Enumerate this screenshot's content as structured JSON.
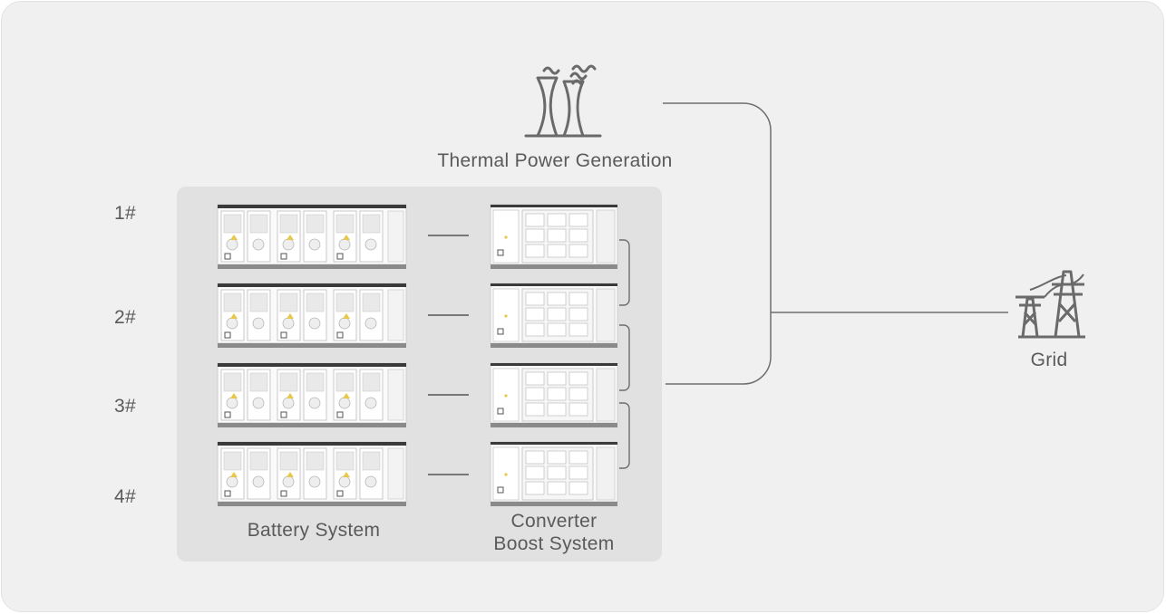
{
  "labels": {
    "thermal": "Thermal Power Generation",
    "grid": "Grid",
    "battery_system": "Battery System",
    "converter_line1": "Converter",
    "converter_line2": "Boost System"
  },
  "rows": [
    "1#",
    "2#",
    "3#",
    "4#"
  ],
  "icons": {
    "thermal": "power-plant-icon",
    "grid": "transmission-tower-icon",
    "battery": "battery-cabinet-icon",
    "converter": "converter-cabinet-icon"
  },
  "colors": {
    "frame_bg": "#f0f0f0",
    "panel_bg": "#e1e1e1",
    "line": "#6e6e6e",
    "text": "#5a5a5a"
  }
}
